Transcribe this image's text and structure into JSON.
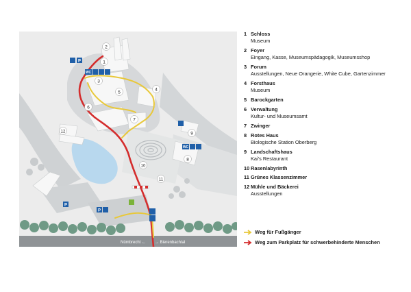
{
  "map": {
    "road_left": "Nümbrecht ←",
    "road_right": "→ Bierenbachtal",
    "markers": [
      "1",
      "2",
      "3",
      "4",
      "5",
      "6",
      "7",
      "8",
      "9",
      "10",
      "11",
      "12"
    ],
    "icon_labels": {
      "wc": "WC",
      "parking": "P"
    },
    "colors": {
      "footpath": "#e8c83a",
      "accessible_route": "#d42d2d",
      "sign_blue": "#1f5fa8",
      "water": "#b8d8ee",
      "trees": "#6f9a86"
    }
  },
  "legend": {
    "entries": [
      {
        "num": "1",
        "name": "Schloss",
        "desc": "Museum"
      },
      {
        "num": "2",
        "name": "Foyer",
        "desc": "Eingang, Kasse, Museumspädagogik, Museumsshop"
      },
      {
        "num": "3",
        "name": "Forum",
        "desc": "Ausstellungen, Neue Orangerie, White Cube, Gartenzimmer"
      },
      {
        "num": "4",
        "name": "Forsthaus",
        "desc": "Museum"
      },
      {
        "num": "5",
        "name": "Barockgarten",
        "desc": ""
      },
      {
        "num": "6",
        "name": "Verwaltung",
        "desc": "Kultur- und Museumsamt"
      },
      {
        "num": "7",
        "name": "Zwinger",
        "desc": ""
      },
      {
        "num": "8",
        "name": "Rotes Haus",
        "desc": "Biologische Station Oberberg"
      },
      {
        "num": "9",
        "name": "Landschaftshaus",
        "desc": "Kai's Restaurant"
      },
      {
        "num": "10",
        "name": "Rasenlabyrinth",
        "desc": ""
      },
      {
        "num": "11",
        "name": "Grünes Klassenzimmer",
        "desc": ""
      },
      {
        "num": "12",
        "name": "Mühle und Bäckerei",
        "desc": "Ausstellungen"
      }
    ],
    "routes": [
      {
        "label": "Weg für Fußgänger",
        "icon": "yellow-arrow-icon"
      },
      {
        "label": "Weg zum Parkplatz für schwerbehinderte Menschen",
        "icon": "red-arrow-icon"
      }
    ]
  }
}
